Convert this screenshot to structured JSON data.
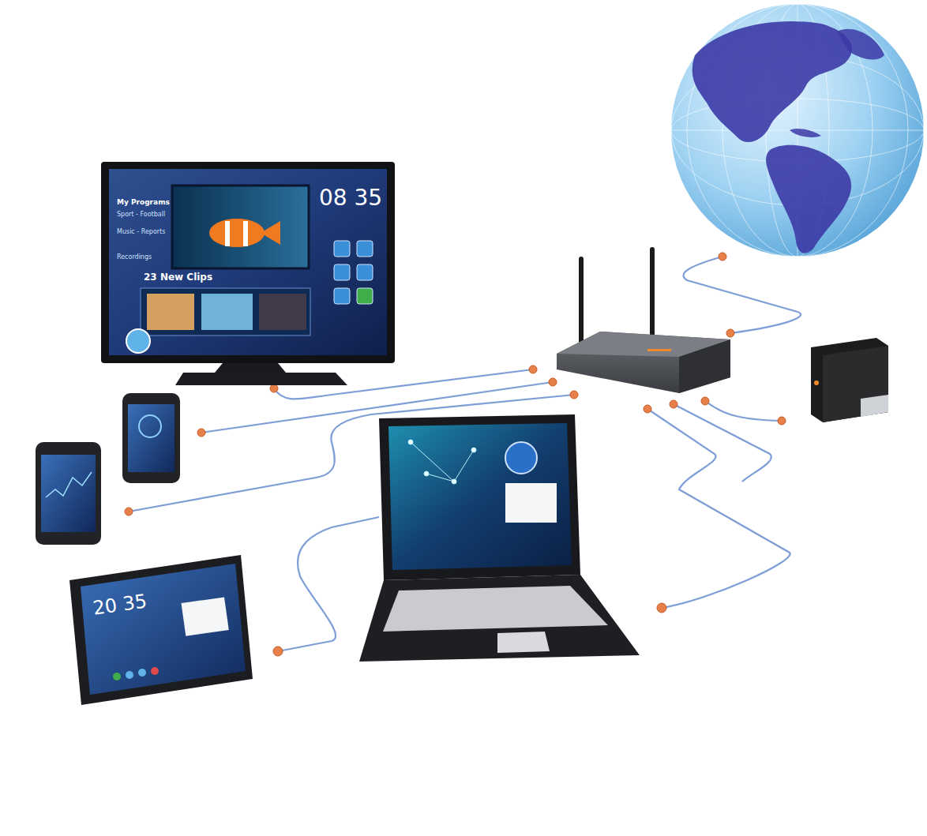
{
  "diagram": {
    "labels": [
      "My Programs",
      "Sport - Football",
      "Music - Reports",
      "Recordings",
      "08 35",
      "23 New Clips",
      "20 35"
    ]
  }
}
